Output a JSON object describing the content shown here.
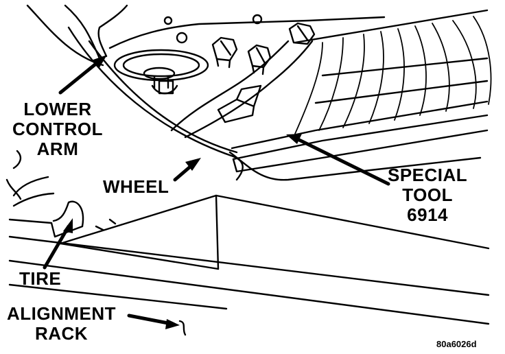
{
  "labels": {
    "lower_control_arm": [
      "LOWER",
      "CONTROL",
      "ARM"
    ],
    "wheel": "WHEEL",
    "special_tool": [
      "SPECIAL",
      "TOOL",
      "6914"
    ],
    "tire": "TIRE",
    "alignment_rack": [
      "ALIGNMENT",
      "RACK"
    ]
  },
  "figure_code": "80a6026d",
  "colors": {
    "ink": "#000000",
    "paper": "#ffffff"
  }
}
